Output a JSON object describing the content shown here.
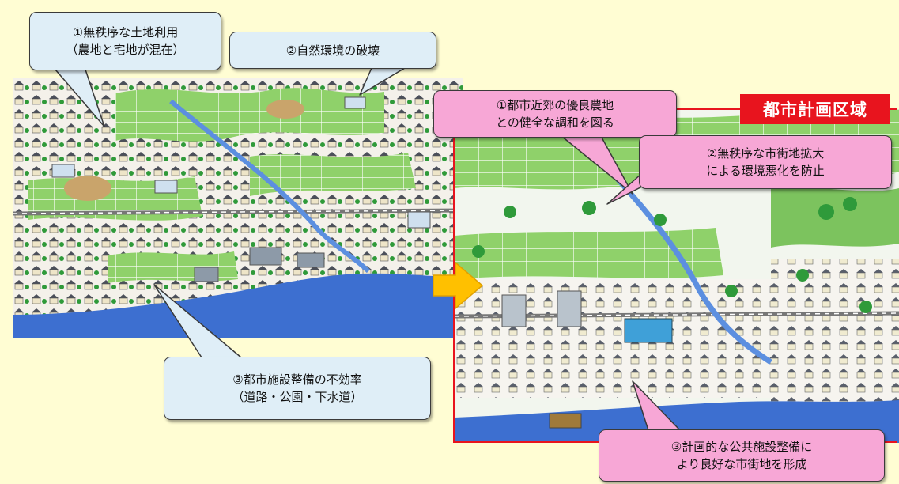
{
  "zone_label": "都市計画区域",
  "left_callouts": {
    "landuse": {
      "line1": "①無秩序な土地利用",
      "line2": "（農地と宅地が混在）"
    },
    "nature": {
      "line1": "②自然環境の破壊"
    },
    "facilities": {
      "line1": "③都市施設整備の不効率",
      "line2": "（道路・公園・下水道）"
    }
  },
  "right_callouts": {
    "farmland": {
      "line1": "①都市近郊の優良農地",
      "line2": "との健全な調和を図る"
    },
    "sprawl": {
      "line1": "②無秩序な市街地拡大",
      "line2": "による環境悪化を防止"
    },
    "public": {
      "line1": "③計画的な公共施設整備に",
      "line2": "より良好な市街地を形成"
    }
  },
  "colors": {
    "page_bg": "#fffdd3",
    "zone_border": "#e8141e",
    "blue_callout": "#dfeef7",
    "pink_callout": "#f7a7d6",
    "arrow": "#ffc000",
    "water": "#3d6fd0",
    "farmland": "#8fd16a",
    "tree": "#2f9a3a"
  },
  "icons": {
    "transition_arrow": "arrow-right-icon"
  }
}
